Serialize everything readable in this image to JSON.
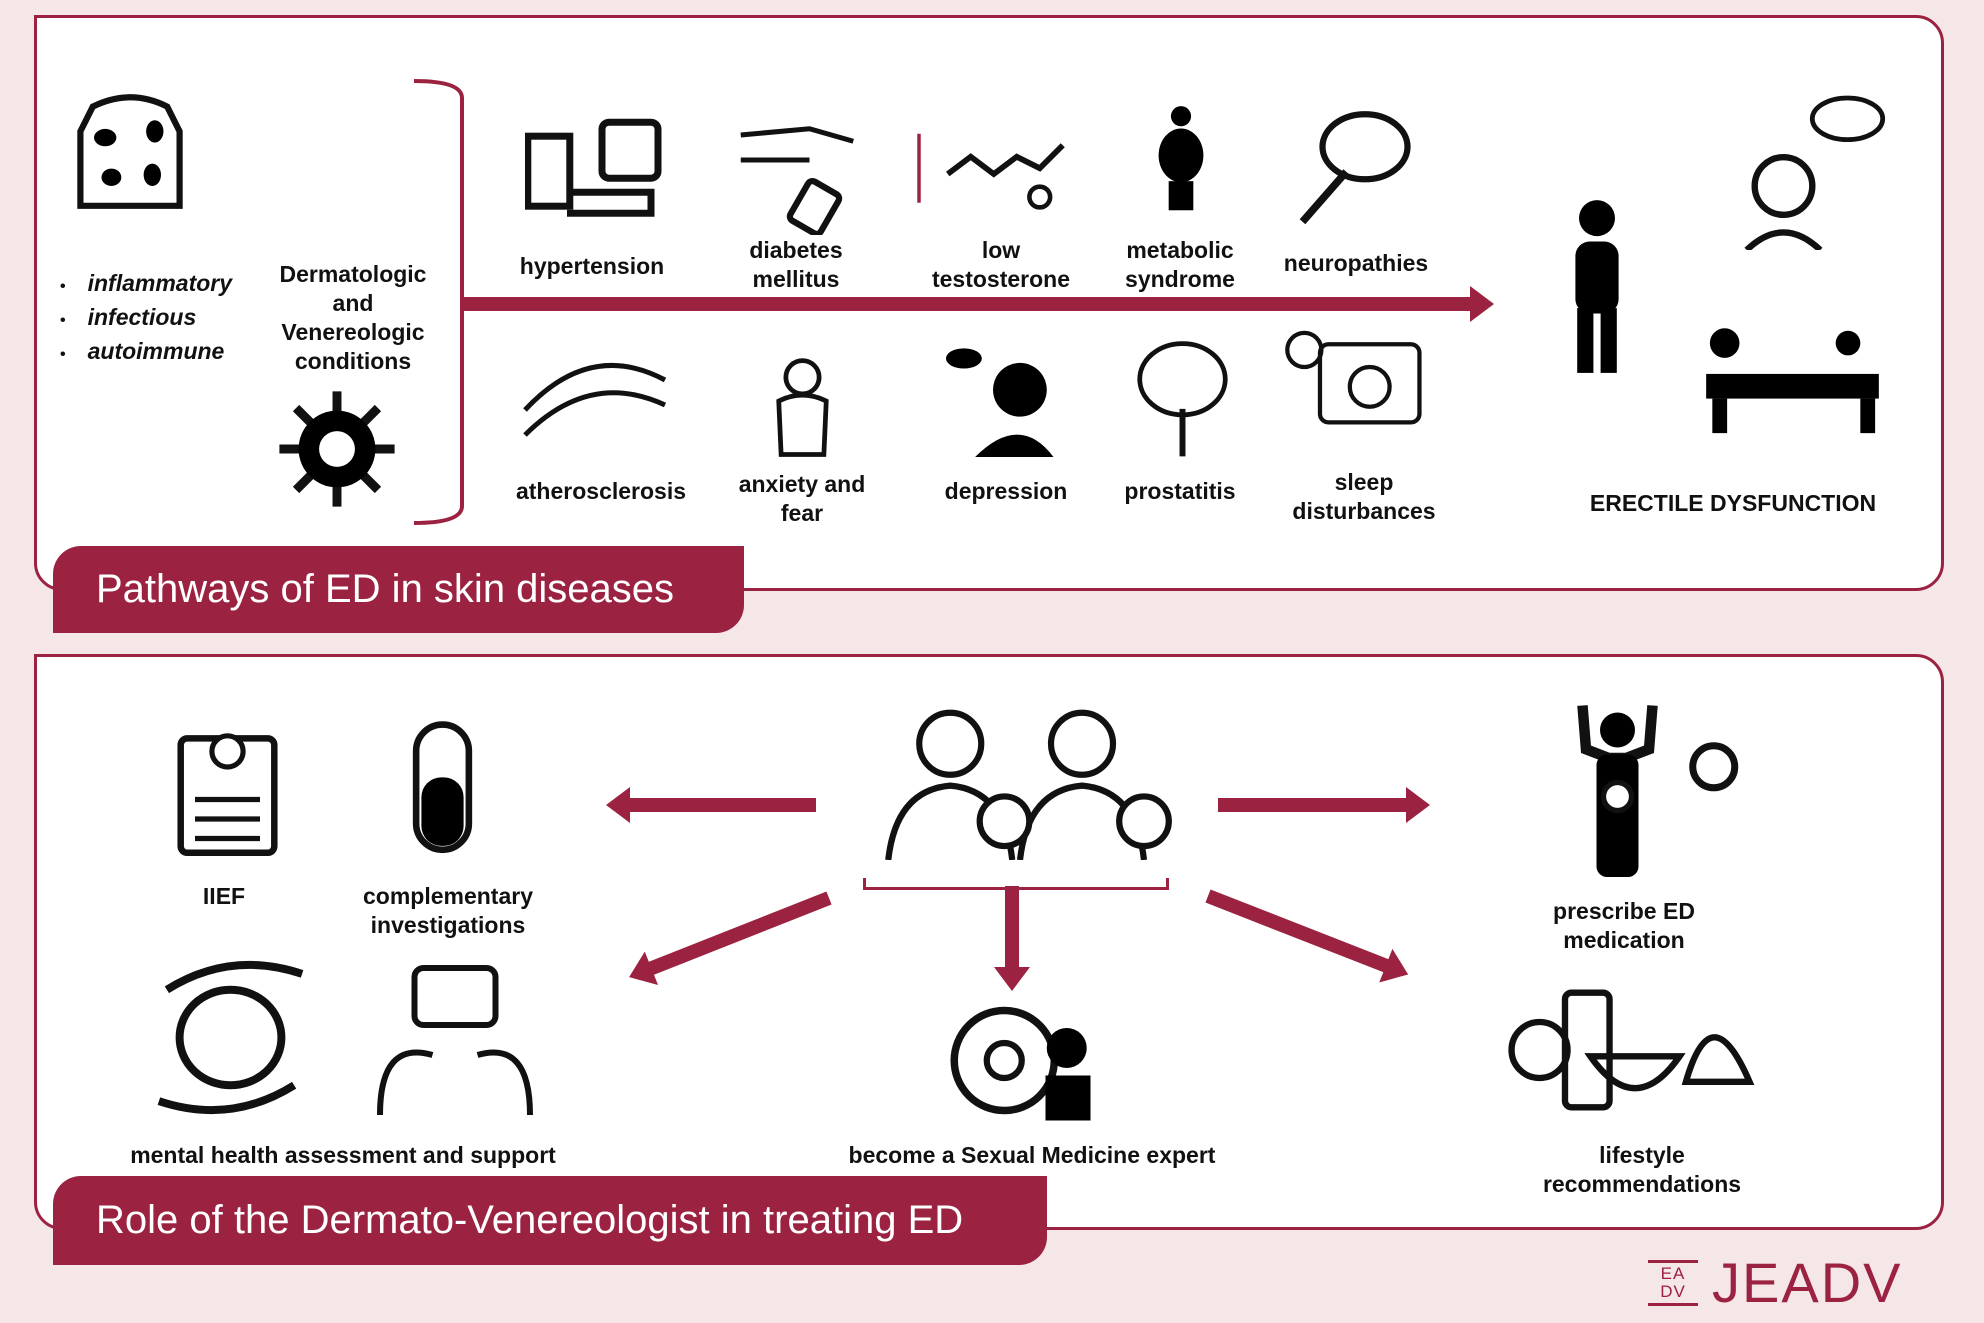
{
  "top": {
    "title": "Pathways of ED in skin diseases",
    "bullets": [
      "inflammatory",
      "infectious",
      "autoimmune"
    ],
    "conditions": "Dermatologic and Venereologic conditions",
    "upper": [
      "hypertension",
      "diabetes mellitus",
      "low testosterone",
      "metabolic syndrome",
      "neuropathies"
    ],
    "lower": [
      "atherosclerosis",
      "anxiety and fear",
      "depression",
      "prostatitis",
      "sleep disturbances"
    ],
    "outcome": "ERECTILE DYSFUNCTION"
  },
  "bottom": {
    "title": "Role of the Dermato-Venereologist in treating ED",
    "items": [
      "IIEF",
      "complementary investigations",
      "mental health assessment and support",
      "become a Sexual Medicine expert",
      "prescribe ED medication",
      "lifestyle recommendations"
    ]
  },
  "logo": {
    "mark": "EA DV",
    "text": "JEADV"
  },
  "colors": {
    "accent": "#9b2240",
    "background": "#f5e6e8"
  }
}
